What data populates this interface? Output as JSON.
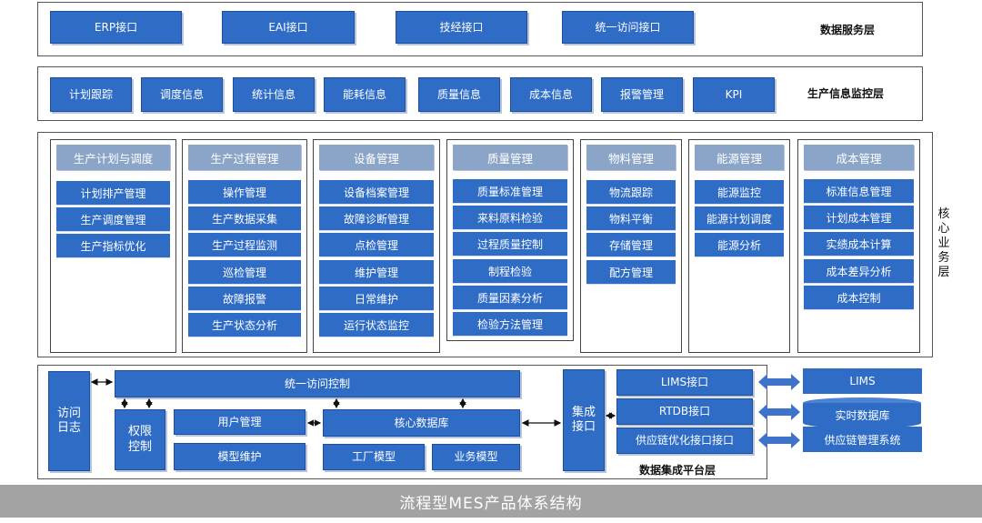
{
  "data_service_layer": {
    "title": "数据服务层",
    "items": [
      "ERP接口",
      "EAI接口",
      "技经接口",
      "统一访问接口"
    ]
  },
  "monitor_layer": {
    "title": "生产信息监控层",
    "items": [
      "计划跟踪",
      "调度信息",
      "统计信息",
      "能耗信息",
      "质量信息",
      "成本信息",
      "报警管理",
      "KPI"
    ]
  },
  "core_layer": {
    "title": "核心业务层",
    "columns": [
      {
        "header": "生产计划与调度",
        "items": [
          "计划排产管理",
          "生产调度管理",
          "生产指标优化"
        ]
      },
      {
        "header": "生产过程管理",
        "items": [
          "操作管理",
          "生产数据采集",
          "生产过程监测",
          "巡检管理",
          "故障报警",
          "生产状态分析"
        ]
      },
      {
        "header": "设备管理",
        "items": [
          "设备档案管理",
          "故障诊断管理",
          "点检管理",
          "维护管理",
          "日常维护",
          "运行状态监控"
        ]
      },
      {
        "header": "质量管理",
        "items": [
          "质量标准管理",
          "来料原料检验",
          "过程质量控制",
          "制程检验",
          "质量因素分析",
          "检验方法管理"
        ]
      },
      {
        "header": "物料管理",
        "items": [
          "物流跟踪",
          "物料平衡",
          "存储管理",
          "配方管理"
        ]
      },
      {
        "header": "能源管理",
        "items": [
          "能源监控",
          "能源计划调度",
          "能源分析"
        ]
      },
      {
        "header": "成本管理",
        "items": [
          "标准信息管理",
          "计划成本管理",
          "实绩成本计算",
          "成本差异分析",
          "成本控制"
        ]
      }
    ]
  },
  "integration_layer": {
    "title": "数据集成平台层",
    "access_log": "访问日志",
    "unified_access": "统一访问控制",
    "permission": "权限控制",
    "user_mgmt": "用户管理",
    "core_db": "核心数据库",
    "model_maint": "模型维护",
    "factory_model": "工厂模型",
    "business_model": "业务模型",
    "integration_iface": "集成接口",
    "interfaces": [
      "LIMS接口",
      "RTDB接口",
      "供应链优化接口接口"
    ],
    "external": [
      "LIMS",
      "实时数据库",
      "供应链管理系统"
    ]
  },
  "footer": "流程型MES产品体系结构",
  "colors": {
    "box": "#2f6cc6",
    "header": "#8aa5c8",
    "footer": "#a3a3a3",
    "arrow": "#3f73c9"
  }
}
